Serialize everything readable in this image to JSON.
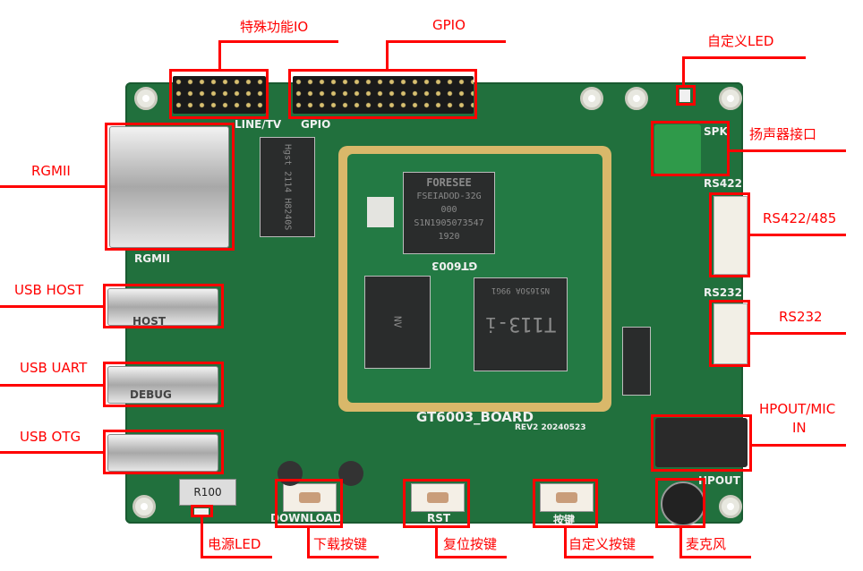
{
  "annotations": {
    "special_io": "特殊功能IO",
    "gpio": "GPIO",
    "custom_led": "自定义LED",
    "speaker": "扬声器接口",
    "rs422_485": "RS422/485",
    "rs232": "RS232",
    "hpout_mic_line1": "HPOUT/MIC",
    "hpout_mic_line2": "IN",
    "rgmii": "RGMII",
    "usb_host": "USB HOST",
    "usb_uart": "USB UART",
    "usb_otg": "USB OTG",
    "power_led": "电源LED",
    "download_key": "下载按键",
    "reset_key": "复位按键",
    "custom_key": "自定义按键",
    "microphone": "麦克风"
  },
  "silkscreen": {
    "line_tv": "LINE/TV",
    "gpio": "GPIO",
    "rgmii": "RGMII",
    "host": "HOST",
    "debug": "DEBUG",
    "board_name": "GT6003_BOARD",
    "rev": "REV2 20240523",
    "spk": "SPK",
    "rs422": "RS422",
    "rs232": "RS232",
    "hpout": "HPOUT",
    "download": "DOWNLOAD",
    "rst": "RST",
    "key": "按键",
    "resistor": "R100",
    "core_name": "GT6003",
    "transformer": "Hgst 2114 H8240S"
  },
  "chips": {
    "flash": [
      "FORESEE",
      "FSEIADOD-32G",
      "000",
      "S1N1905073547",
      "1920"
    ],
    "soc": [
      "T113-i",
      "N5165OA 99G1"
    ],
    "nand": "NV"
  }
}
